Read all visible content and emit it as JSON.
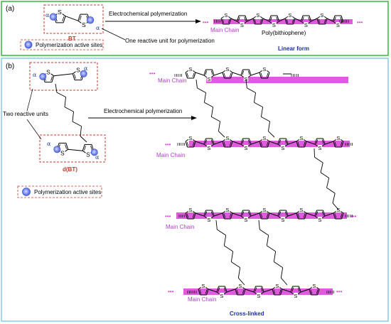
{
  "panel_a": {
    "tag": "(a)",
    "monomer_label": "BT",
    "alpha": "α",
    "arrow_label": "Electrochemical polymerization",
    "unit_note": "One reactive unit for polymerization",
    "legend": "Polymerization active sites",
    "main_chain": "Main Chain",
    "polymer_name": "Poly(bithiophene)",
    "form": "Linear form",
    "dots": "•••"
  },
  "panel_b": {
    "tag": "(b)",
    "monomer_label": "d(BT)",
    "alpha": "α",
    "two_units": "Two reactive units",
    "arrow_label": "Electrochemical polymerization",
    "legend": "Polymerization active sites",
    "main_chain": "Main Chain",
    "form": "Cross-linked",
    "dots": "•••"
  },
  "atom": "S",
  "colors": {
    "panel_a_border": "#3fbf3f",
    "panel_b_border": "#7ec8e3",
    "chain": "#d93dd9",
    "chain_label": "#b040c8",
    "monomer_box": "#c0392b",
    "monomer_label": "#c0392b",
    "form_label": "#1a2fa0",
    "active_site": "#3a56d6"
  }
}
